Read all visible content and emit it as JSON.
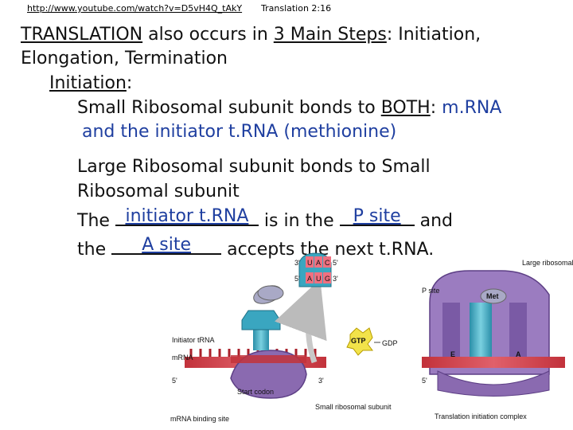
{
  "header": {
    "link": "http://www.youtube.com/watch?v=D5vH4Q_tAkY",
    "timestamp": "Translation 2:16"
  },
  "slide": {
    "line1_a": "TRANSLATION",
    "line1_b": " also occurs in ",
    "line1_c": "3 Main Steps",
    "line1_d": ": Initiation,",
    "line2": "Elongation, Termination",
    "line3_a": "Initiation",
    "line3_b": ":",
    "line4_a": "Small Ribosomal subunit bonds to ",
    "line4_b": "BOTH",
    "line4_c": ": ",
    "line4_d": "m.RNA",
    "line5": "and the initiator t.RNA (methionine)",
    "line6": "Large Ribosomal subunit bonds to Small",
    "line7": "Ribosomal subunit",
    "line8_a": "The ",
    "blank1": "initiator t.RNA",
    "line8_b": " is in the ",
    "blank2": "P site",
    "line8_c": " and",
    "line9_a": "the ",
    "blank3": "A site",
    "line9_b": " accepts the next t.RNA."
  },
  "diagram": {
    "large_subunit": "Large ribosomal subunit",
    "p_site": "P site",
    "initiator_trna": "Initiator tRNA",
    "gtp": "GTP",
    "gdp": "GDP",
    "mrna": "mRNA",
    "five_prime": "5'",
    "three_prime": "3'",
    "start_codon": "Start codon",
    "mrna_binding": "mRNA binding site",
    "small_subunit": "Small ribosomal subunit",
    "complex": "Translation initiation complex",
    "met": "Met",
    "e": "E",
    "a": "A",
    "anticodon": [
      "U",
      "A",
      "C"
    ],
    "codon": [
      "A",
      "U",
      "G"
    ]
  }
}
